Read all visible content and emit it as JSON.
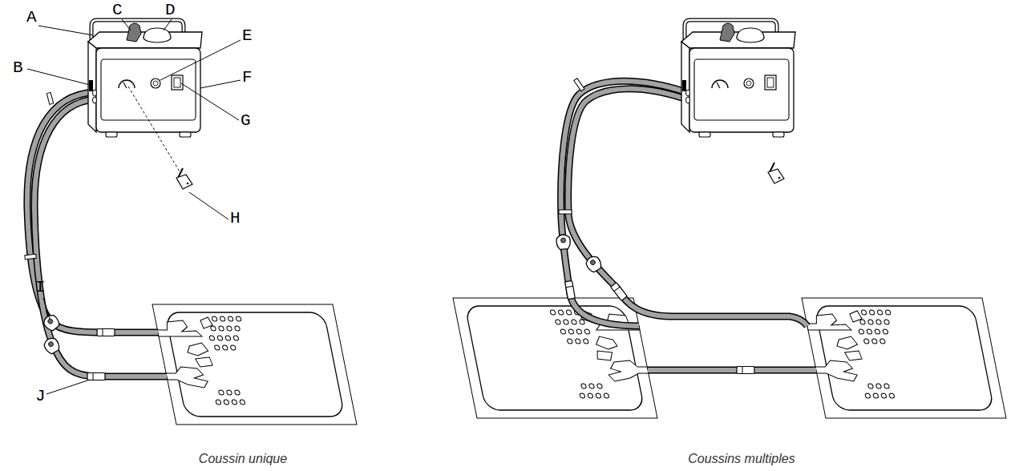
{
  "diagram": {
    "labels": [
      "A",
      "B",
      "C",
      "D",
      "E",
      "F",
      "G",
      "H",
      "I",
      "J",
      "Coussin unique",
      "Coussins multiples"
    ]
  }
}
